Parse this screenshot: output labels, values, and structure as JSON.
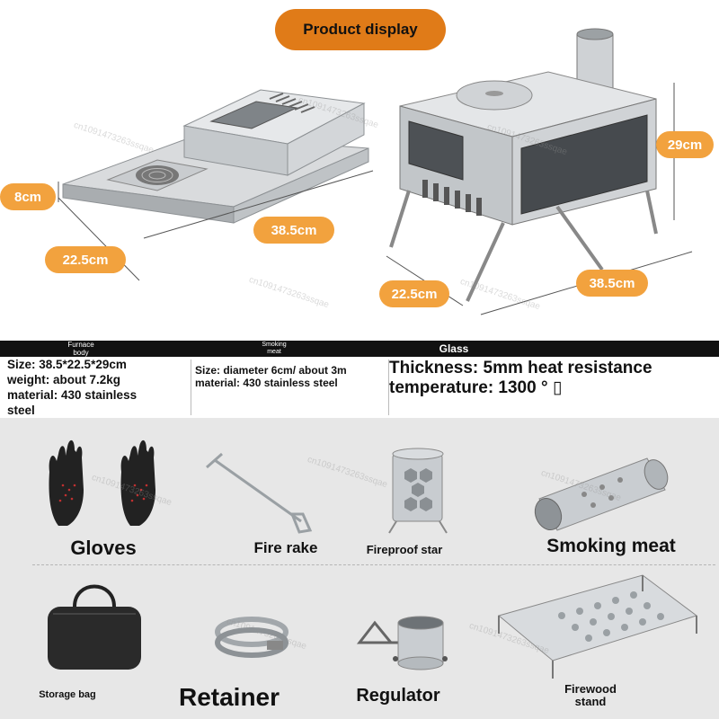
{
  "header": {
    "title": "Product display"
  },
  "dimensions": {
    "left": {
      "height": "8cm",
      "depth": "22.5cm",
      "width": "38.5cm"
    },
    "right": {
      "height": "29cm",
      "depth": "22.5cm",
      "width": "38.5cm"
    }
  },
  "spec_band": {
    "col1_label": "Furnace body",
    "col2_label": "Smoking meat",
    "col3_label": "Glass"
  },
  "specs": {
    "furnace": [
      "Size: 38.5*22.5*29cm",
      "weight: about 7.2kg",
      "material: 430 stainless",
      "steel"
    ],
    "smoking": [
      "Size: diameter 6cm/ about 3m",
      "material: 430 stainless steel"
    ],
    "glass": [
      "Thickness: 5mm heat resistance",
      "temperature: 1300 ° ▯"
    ]
  },
  "accessories": [
    {
      "label": "Gloves"
    },
    {
      "label": "Fire rake"
    },
    {
      "label": "Fireproof star"
    },
    {
      "label": "Smoking meat"
    },
    {
      "label": "Storage bag"
    },
    {
      "label": "Retainer"
    },
    {
      "label": "Regulator"
    },
    {
      "label": "Firewood stand"
    }
  ],
  "watermark": "cn1091473263ssqae",
  "colors": {
    "pill": "#e07b18",
    "badge": "#f2a23e",
    "band": "#111111",
    "panel": "#e7e7e7"
  }
}
